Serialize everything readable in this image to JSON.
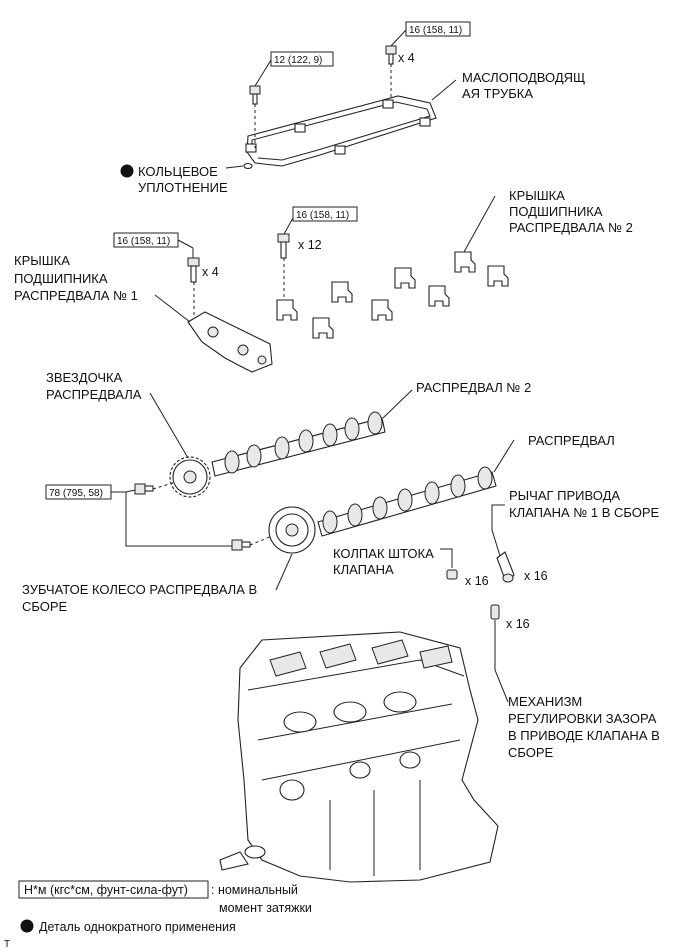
{
  "labels": {
    "oil_pipe": [
      "МАСЛОПОДВОДЯЩ",
      "АЯ ТРУБКА"
    ],
    "o_ring": [
      "КОЛЬЦЕВОЕ",
      "УПЛОТНЕНИЕ"
    ],
    "bearing_cap_2": [
      "КРЫШКА",
      "ПОДШИПНИКА",
      "РАСПРЕДВАЛА № 2"
    ],
    "bearing_cap_1": [
      "КРЫШКА",
      "ПОДШИПНИКА",
      "РАСПРЕДВАЛА № 1"
    ],
    "sprocket": [
      "ЗВЕЗДОЧКА",
      "РАСПРЕДВАЛА"
    ],
    "camshaft_2": "РАСПРЕДВАЛ № 2",
    "camshaft": "РАСПРЕДВАЛ",
    "rocker_arm": [
      "РЫЧАГ ПРИВОДА",
      "КЛАПАНА № 1 В СБОРЕ"
    ],
    "valve_stem_cap": [
      "КОЛПАК ШТОКА",
      "КЛАПАНА"
    ],
    "timing_gear": [
      "ЗУБЧАТОЕ КОЛЕСО РАСПРЕДВАЛА В",
      "СБОРЕ"
    ],
    "lash_adjuster": [
      "МЕХАНИЗМ",
      "РЕГУЛИРОВКИ ЗАЗОРА",
      "В ПРИВОДЕ КЛАПАНА В",
      "СБОРЕ"
    ]
  },
  "torques": {
    "oil_pipe_bolt_a": "12 (122, 9)",
    "oil_pipe_bolt_b": "16 (158, 11)",
    "cap2_bolts": "16 (158, 11)",
    "cap1_bolts": "16 (158, 11)",
    "gear_bolt": "78 (795, 58)"
  },
  "quantities": {
    "oil_pipe_bolts": "x 4",
    "cap2_bolts": "x 12",
    "cap1_bolts": "x 4",
    "stem_caps": "x 16",
    "rocker_arms": "x 16",
    "lash_adjusters": "x 16"
  },
  "legend": {
    "torque_unit": "Н*м (кгс*см, фунт-сила-фут)",
    "torque_desc": [
      ": номинальный",
      "момент затяжки"
    ],
    "non_reusable": "Деталь однократного применения"
  },
  "corner_mark": "T"
}
